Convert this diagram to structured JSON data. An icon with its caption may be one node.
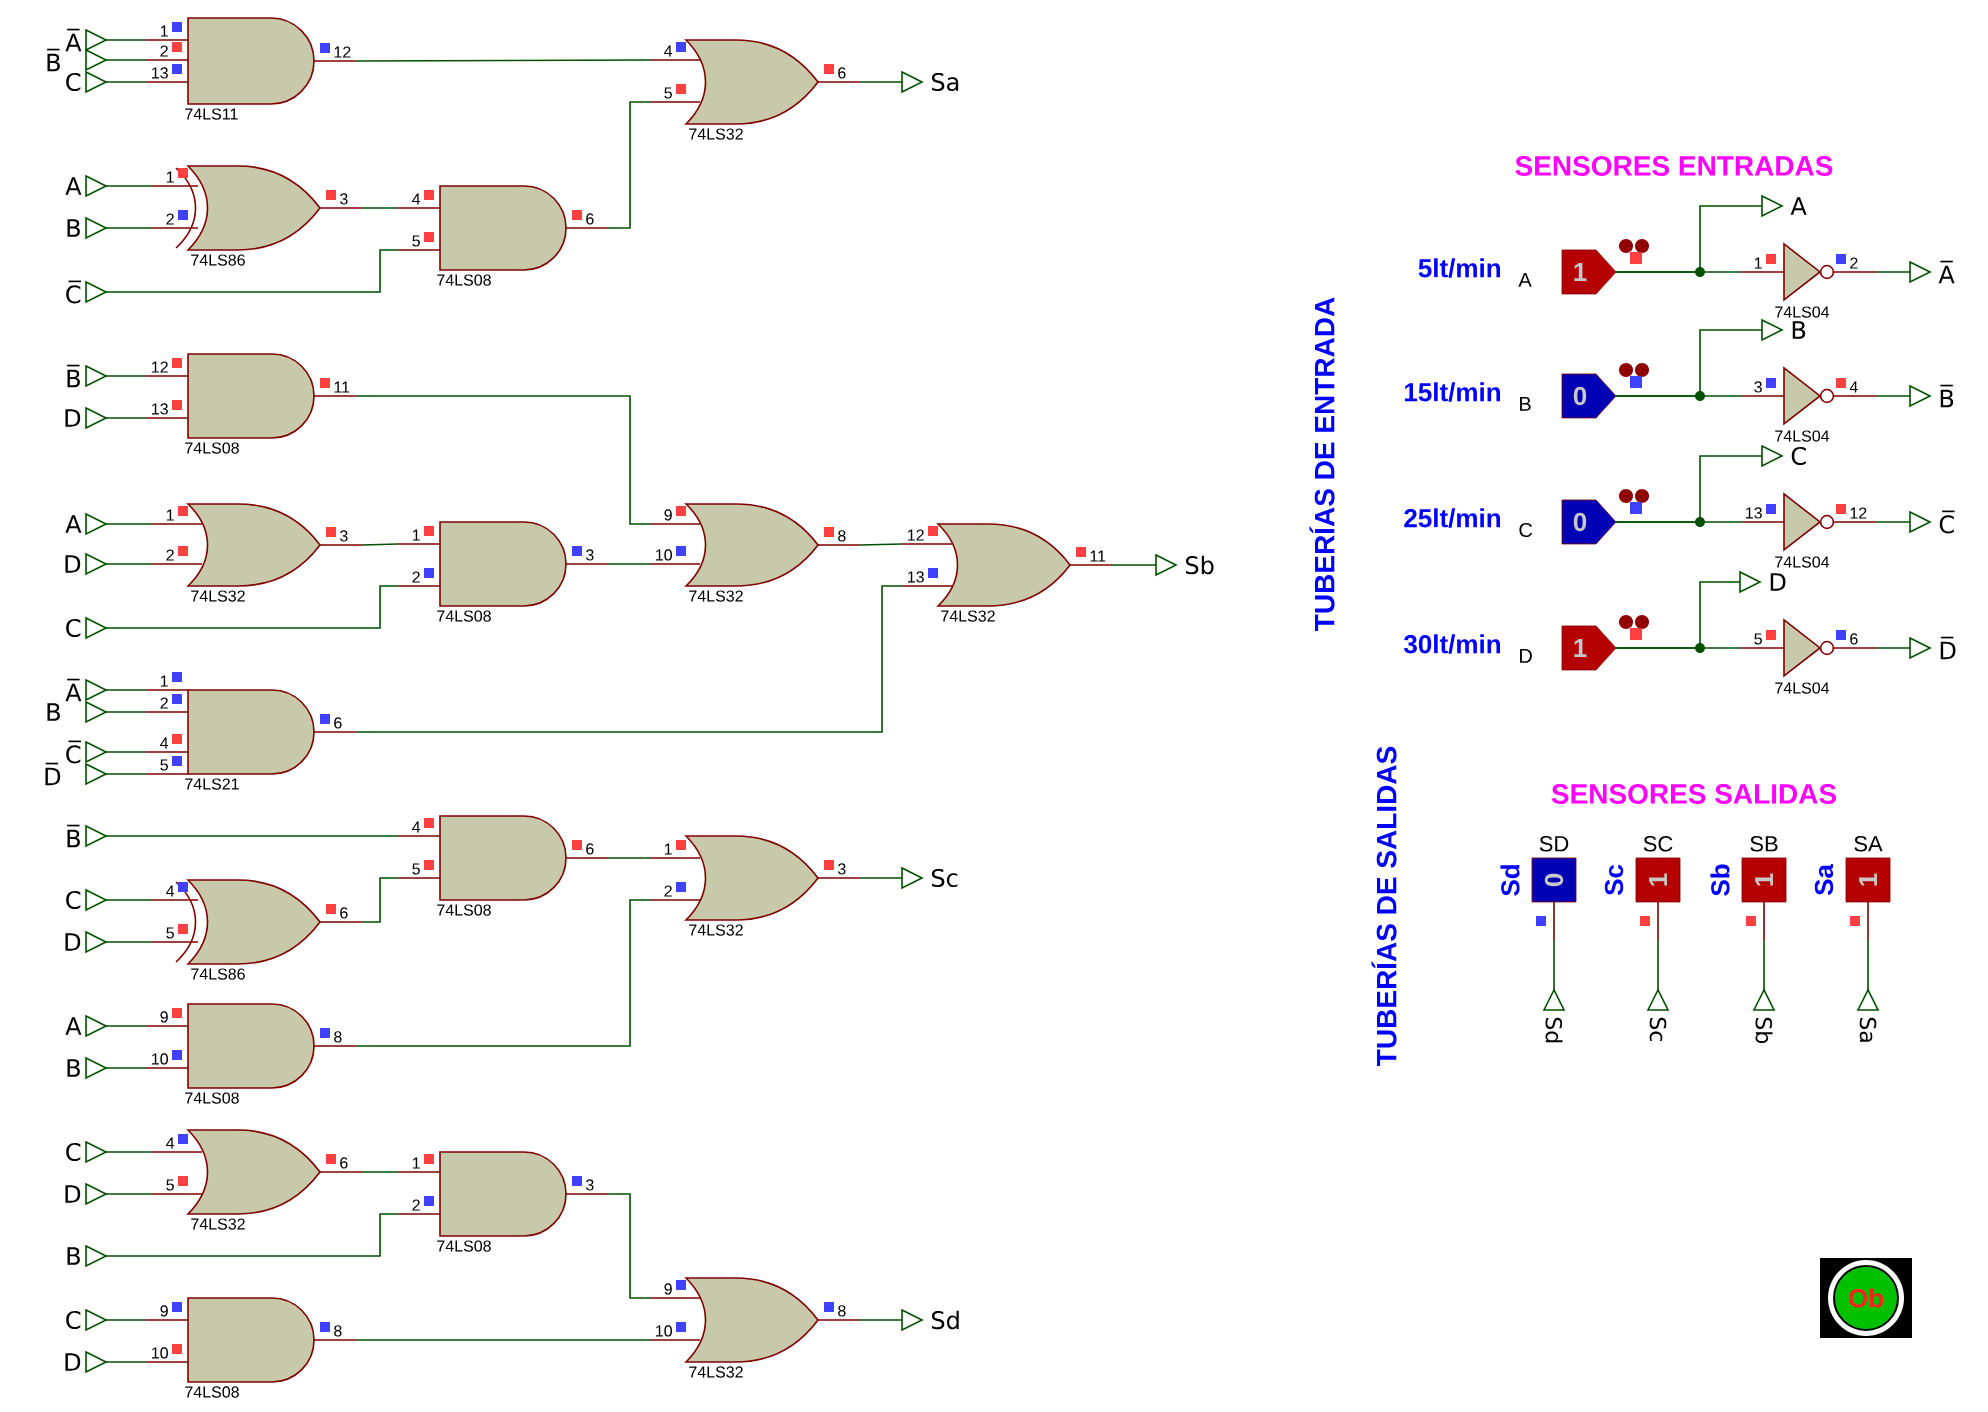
{
  "diagram": {
    "nodes": [
      {
        "text": [
          "A̅"
        ]
      },
      {
        "text": [
          "B̅"
        ]
      },
      {
        "text": [
          "C"
        ]
      },
      {
        "text": [
          "74LS11"
        ],
        "beside": [
          "1",
          "2",
          "13",
          "12"
        ]
      },
      {
        "text": [
          "A"
        ]
      },
      {
        "text": [
          "B"
        ]
      },
      {
        "text": [
          "74LS86"
        ],
        "beside": [
          "1",
          "2",
          "3"
        ]
      },
      {
        "text": [
          "C̅"
        ]
      },
      {
        "text": [
          "74LS08"
        ],
        "beside": [
          "4",
          "5",
          "6"
        ]
      },
      {
        "text": [
          "74LS32"
        ],
        "beside": [
          "4",
          "5",
          "6"
        ]
      },
      {
        "text": [
          "Sa"
        ]
      },
      {
        "text": [
          "B̅"
        ]
      },
      {
        "text": [
          "D"
        ]
      },
      {
        "text": [
          "74LS08"
        ],
        "beside": [
          "12",
          "13",
          "11"
        ]
      },
      {
        "text": [
          "A"
        ]
      },
      {
        "text": [
          "D"
        ]
      },
      {
        "text": [
          "74LS32"
        ],
        "beside": [
          "1",
          "2",
          "3"
        ]
      },
      {
        "text": [
          "C"
        ]
      },
      {
        "text": [
          "74LS08"
        ],
        "beside": [
          "1",
          "2",
          "3"
        ]
      },
      {
        "text": [
          "74LS32"
        ],
        "beside": [
          "9",
          "10",
          "8"
        ]
      },
      {
        "text": [
          "74LS32"
        ],
        "beside": [
          "12",
          "13",
          "11"
        ]
      },
      {
        "text": [
          "Sb"
        ]
      },
      {
        "text": [
          "A̅"
        ]
      },
      {
        "text": [
          "B"
        ]
      },
      {
        "text": [
          "C̅"
        ]
      },
      {
        "text": [
          "D̅"
        ]
      },
      {
        "text": [
          "74LS21"
        ],
        "beside": [
          "1",
          "2",
          "4",
          "5",
          "6"
        ]
      },
      {
        "text": [
          "B̅"
        ]
      },
      {
        "text": [
          "74LS08"
        ],
        "beside": [
          "4",
          "5",
          "6"
        ]
      },
      {
        "text": [
          "C"
        ]
      },
      {
        "text": [
          "D"
        ]
      },
      {
        "text": [
          "74LS86"
        ],
        "beside": [
          "4",
          "5",
          "6"
        ]
      },
      {
        "text": [
          "74LS32"
        ],
        "beside": [
          "1",
          "2",
          "3"
        ]
      },
      {
        "text": [
          "Sc"
        ]
      },
      {
        "text": [
          "A"
        ]
      },
      {
        "text": [
          "B"
        ]
      },
      {
        "text": [
          "74LS08"
        ],
        "beside": [
          "9",
          "10",
          "8"
        ]
      },
      {
        "text": [
          "C"
        ]
      },
      {
        "text": [
          "D"
        ]
      },
      {
        "text": [
          "74LS32"
        ],
        "beside": [
          "4",
          "5",
          "6"
        ]
      },
      {
        "text": [
          "74LS08"
        ],
        "beside": [
          "1",
          "2",
          "3"
        ]
      },
      {
        "text": [
          "B"
        ]
      },
      {
        "text": [
          "C"
        ]
      },
      {
        "text": [
          "D"
        ]
      },
      {
        "text": [
          "74LS08"
        ],
        "beside": [
          "9",
          "10",
          "8"
        ]
      },
      {
        "text": [
          "74LS32"
        ],
        "beside": [
          "9",
          "10",
          "8"
        ]
      },
      {
        "text": [
          "Sd"
        ]
      },
      {
        "text": [
          "1"
        ],
        "beside": [
          "5lt/min",
          "A"
        ]
      },
      {
        "text": [
          "A"
        ]
      },
      {
        "text": [
          "74LS04"
        ],
        "beside": [
          "1",
          "2"
        ]
      },
      {
        "text": [
          "A̅"
        ]
      },
      {
        "text": [
          "0"
        ],
        "beside": [
          "15lt/min",
          "B"
        ]
      },
      {
        "text": [
          "B"
        ]
      },
      {
        "text": [
          "74LS04"
        ],
        "beside": [
          "3",
          "4"
        ]
      },
      {
        "text": [
          "B̅"
        ]
      },
      {
        "text": [
          "0"
        ],
        "beside": [
          "25lt/min",
          "C"
        ]
      },
      {
        "text": [
          "C"
        ]
      },
      {
        "text": [
          "74LS04"
        ],
        "beside": [
          "13",
          "12"
        ]
      },
      {
        "text": [
          "C̅"
        ]
      },
      {
        "text": [
          "1"
        ],
        "beside": [
          "30lt/min",
          "D"
        ]
      },
      {
        "text": [
          "D"
        ]
      },
      {
        "text": [
          "74LS04"
        ],
        "beside": [
          "5",
          "6"
        ]
      },
      {
        "text": [
          "D̅"
        ]
      },
      {
        "text": [
          "0"
        ],
        "beside": [
          "SD",
          "Sd"
        ]
      },
      {
        "text": [
          "Sd"
        ]
      },
      {
        "text": [
          "1"
        ],
        "beside": [
          "SC",
          "Sc"
        ]
      },
      {
        "text": [
          "Sc"
        ]
      },
      {
        "text": [
          "1"
        ],
        "beside": [
          "SB",
          "Sb"
        ]
      },
      {
        "text": [
          "Sb"
        ]
      },
      {
        "text": [
          "1"
        ],
        "beside": [
          "SA",
          "Sa"
        ]
      },
      {
        "text": [
          "Sa"
        ]
      },
      {
        "text": [
          "Ob"
        ]
      }
    ],
    "edges": [
      {
        "from": 0,
        "to": 3,
        "arrow": "none"
      },
      {
        "from": 1,
        "to": 3,
        "arrow": "none"
      },
      {
        "from": 2,
        "to": 3,
        "arrow": "none"
      },
      {
        "from": 4,
        "to": 6,
        "arrow": "none"
      },
      {
        "from": 5,
        "to": 6,
        "arrow": "none"
      },
      {
        "from": 6,
        "to": 8,
        "arrow": "none"
      },
      {
        "from": 7,
        "to": 8,
        "arrow": "none"
      },
      {
        "from": 3,
        "to": 9,
        "arrow": "none"
      },
      {
        "from": 8,
        "to": 9,
        "arrow": "none"
      },
      {
        "from": 9,
        "to": 10,
        "arrow": "none"
      },
      {
        "from": 11,
        "to": 13,
        "arrow": "none"
      },
      {
        "from": 12,
        "to": 13,
        "arrow": "none"
      },
      {
        "from": 14,
        "to": 16,
        "arrow": "none"
      },
      {
        "from": 15,
        "to": 16,
        "arrow": "none"
      },
      {
        "from": 16,
        "to": 18,
        "arrow": "none"
      },
      {
        "from": 17,
        "to": 18,
        "arrow": "none"
      },
      {
        "from": 13,
        "to": 19,
        "arrow": "none"
      },
      {
        "from": 18,
        "to": 19,
        "arrow": "none"
      },
      {
        "from": 19,
        "to": 20,
        "arrow": "none"
      },
      {
        "from": 26,
        "to": 20,
        "arrow": "none"
      },
      {
        "from": 20,
        "to": 21,
        "arrow": "none"
      },
      {
        "from": 22,
        "to": 26,
        "arrow": "none"
      },
      {
        "from": 23,
        "to": 26,
        "arrow": "none"
      },
      {
        "from": 24,
        "to": 26,
        "arrow": "none"
      },
      {
        "from": 25,
        "to": 26,
        "arrow": "none"
      },
      {
        "from": 27,
        "to": 28,
        "arrow": "none"
      },
      {
        "from": 29,
        "to": 31,
        "arrow": "none"
      },
      {
        "from": 30,
        "to": 31,
        "arrow": "none"
      },
      {
        "from": 31,
        "to": 28,
        "arrow": "none"
      },
      {
        "from": 28,
        "to": 32,
        "arrow": "none"
      },
      {
        "from": 36,
        "to": 32,
        "arrow": "none"
      },
      {
        "from": 32,
        "to": 33,
        "arrow": "none"
      },
      {
        "from": 34,
        "to": 36,
        "arrow": "none"
      },
      {
        "from": 35,
        "to": 36,
        "arrow": "none"
      },
      {
        "from": 37,
        "to": 39,
        "arrow": "none"
      },
      {
        "from": 38,
        "to": 39,
        "arrow": "none"
      },
      {
        "from": 39,
        "to": 40,
        "arrow": "none"
      },
      {
        "from": 41,
        "to": 40,
        "arrow": "none"
      },
      {
        "from": 42,
        "to": 44,
        "arrow": "none"
      },
      {
        "from": 43,
        "to": 44,
        "arrow": "none"
      },
      {
        "from": 40,
        "to": 45,
        "arrow": "none"
      },
      {
        "from": 44,
        "to": 45,
        "arrow": "none"
      },
      {
        "from": 45,
        "to": 46,
        "arrow": "none"
      },
      {
        "from": 47,
        "to": 48,
        "arrow": "none"
      },
      {
        "from": 47,
        "to": 49,
        "arrow": "none"
      },
      {
        "from": 49,
        "to": 50,
        "arrow": "none"
      },
      {
        "from": 51,
        "to": 52,
        "arrow": "none"
      },
      {
        "from": 51,
        "to": 53,
        "arrow": "none"
      },
      {
        "from": 53,
        "to": 54,
        "arrow": "none"
      },
      {
        "from": 55,
        "to": 56,
        "arrow": "none"
      },
      {
        "from": 55,
        "to": 57,
        "arrow": "none"
      },
      {
        "from": 57,
        "to": 58,
        "arrow": "none"
      },
      {
        "from": 59,
        "to": 60,
        "arrow": "none"
      },
      {
        "from": 59,
        "to": 61,
        "arrow": "none"
      },
      {
        "from": 61,
        "to": 62,
        "arrow": "none"
      },
      {
        "from": 63,
        "to": 64,
        "arrow": "none"
      },
      {
        "from": 65,
        "to": 66,
        "arrow": "none"
      },
      {
        "from": 67,
        "to": 68,
        "arrow": "none"
      },
      {
        "from": 69,
        "to": 70,
        "arrow": "none"
      }
    ],
    "labels": [
      "SENSORES ENTRADAS",
      "TUBERÍAS DE ENTRADA",
      "SENSORES SALIDAS",
      "TUBERÍAS DE SALIDAS"
    ]
  }
}
